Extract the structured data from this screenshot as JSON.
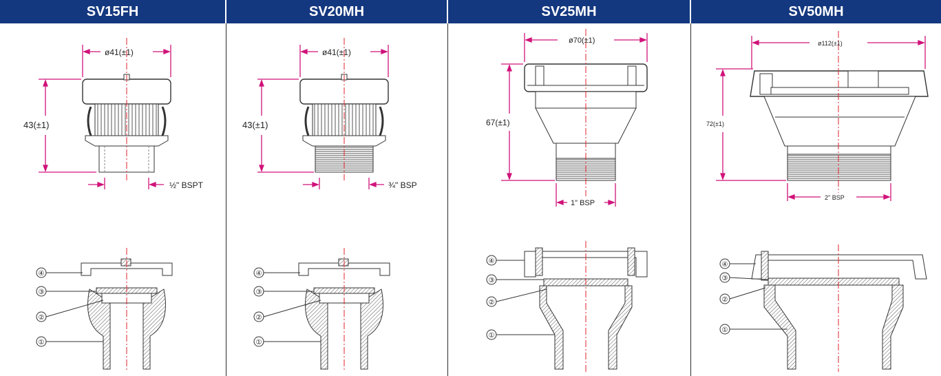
{
  "colors": {
    "header_bg": "#14387f",
    "header_text": "#ffffff",
    "dimension": "#d0137a",
    "centerline": "#e0202a",
    "outline": "#333333"
  },
  "columns": [
    {
      "title": "SV15FH",
      "diameter": "ø41(±1)",
      "height": "43(±1)",
      "thread": "½\" BSPT",
      "parts": [
        "④",
        "③",
        "②",
        "①"
      ]
    },
    {
      "title": "SV20MH",
      "diameter": "ø41(±1)",
      "height": "43(±1)",
      "thread": "¾\" BSP",
      "parts": [
        "④",
        "③",
        "②",
        "①"
      ]
    },
    {
      "title": "SV25MH",
      "diameter": "ø70(±1)",
      "height": "67(±1)",
      "thread": "1\" BSP",
      "parts": [
        "④",
        "③",
        "②",
        "①"
      ]
    },
    {
      "title": "SV50MH",
      "diameter": "ø112(±1)",
      "height": "72(±1)",
      "thread": "2\" BSP",
      "parts": [
        "④",
        "③",
        "②",
        "①"
      ]
    }
  ]
}
